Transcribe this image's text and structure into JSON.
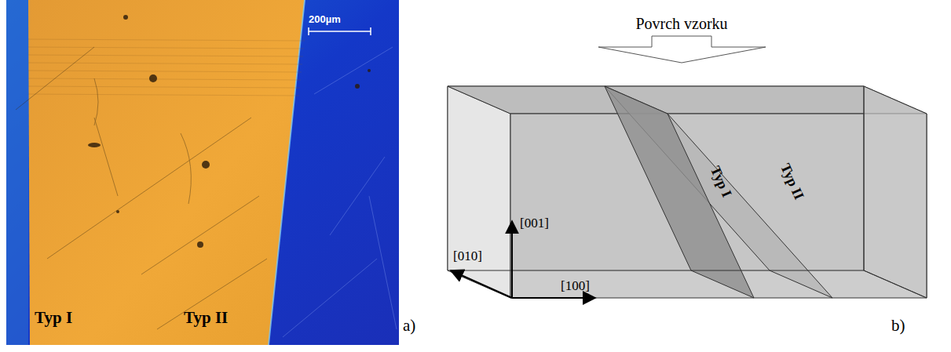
{
  "diagram": {
    "labels": [
      "200µm",
      "Typ I",
      "Typ II",
      "a)",
      "Povrch vzorku",
      "[001]",
      "[010]",
      "[100]",
      "Typ I",
      "Typ II",
      "b)"
    ]
  }
}
